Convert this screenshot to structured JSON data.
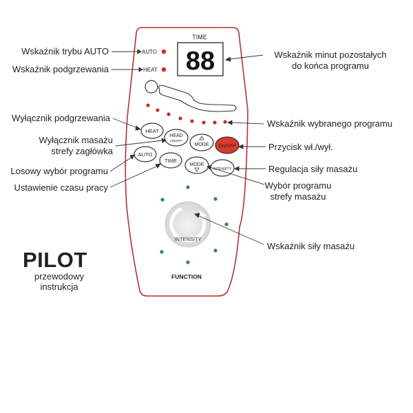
{
  "remote": {
    "time_label": "TIME",
    "display_digits": "88",
    "auto_label": "AUTO",
    "heat_label": "HEAT",
    "buttons": {
      "heat": "HEAT",
      "head_top": "HEAD",
      "head_bottom": "ON/OFF",
      "mode": "MODE",
      "onoff": "ON/OFF",
      "auto": "AUTO",
      "time": "TIME",
      "mode2": "MODE",
      "intensity": "INTENSITY"
    },
    "dial_label": "INTENSITY",
    "function_label": "FUNCTION"
  },
  "labels": {
    "auto_mode": "Wskaźnik trybu AUTO",
    "heating": "Wskaźnik podgrzewania",
    "minutes_1": "Wskaźnik minut pozostałych",
    "minutes_2": "do końca programu",
    "heat_switch": "Wyłącznik podgrzewania",
    "head_switch_1": "Wyłącznik masażu",
    "head_switch_2": "strefy zagłówka",
    "random_program": "Losowy wybór programu",
    "time_setting": "Ustawienie czasu pracy",
    "program_indicator": "Wskaźnik wybranego programu",
    "power_button": "Przycisk wł./wył.",
    "intensity_adjust": "Regulacja siły masażu",
    "zone_program_1": "Wybór programu",
    "zone_program_2": "strefy masażu",
    "intensity_indicator": "Wskaźnik siły masażu"
  },
  "caption": {
    "title": "PILOT",
    "line1": "przewodowy",
    "line2": "instrukcja"
  },
  "colors": {
    "outline": "#b5302e",
    "led": "#c0302a",
    "green_led": "#2e8b3e",
    "onoff_button": "#d93a2b"
  }
}
